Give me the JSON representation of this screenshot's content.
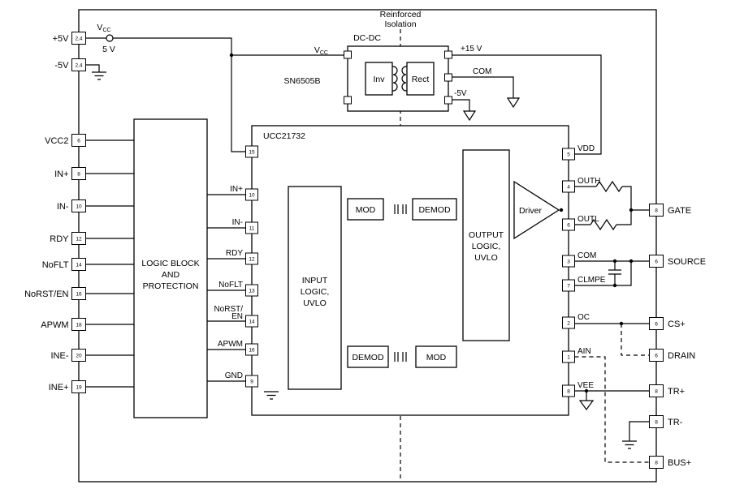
{
  "colors": {
    "line": "#000000",
    "background": "#ffffff"
  },
  "isolation": {
    "line1": "Reinforced",
    "line2": "Isolation"
  },
  "supply": {
    "vcc": "V",
    "vcc_sub": "CC",
    "v5": "5 V"
  },
  "dcdc": {
    "title": "DC-DC",
    "part": "SN6505B",
    "vcc": "V",
    "vcc_sub": "CC",
    "inv": "Inv",
    "rect": "Rect",
    "out1": "+15 V",
    "out2": "COM",
    "out3": "-5V"
  },
  "left_pins": [
    {
      "label": "+5V",
      "num": "2,4"
    },
    {
      "label": "-5V",
      "num": "2,4"
    },
    {
      "label": "VCC2",
      "num": "6"
    },
    {
      "label": "IN+",
      "num": "8"
    },
    {
      "label": "IN-",
      "num": "10"
    },
    {
      "label": "RDY",
      "num": "12"
    },
    {
      "label": "NoFLT",
      "num": "14"
    },
    {
      "label": "NoRST/EN",
      "num": "16"
    },
    {
      "label": "APWM",
      "num": "18"
    },
    {
      "label": "INE-",
      "num": "20"
    },
    {
      "label": "INE+",
      "num": "19"
    }
  ],
  "logic_block": {
    "line1": "LOGIC BLOCK",
    "line2": "AND",
    "line3": "PROTECTION"
  },
  "ucc": {
    "title": "UCC21732",
    "left_pins": [
      {
        "label": "",
        "num": "15"
      },
      {
        "label": "IN+",
        "num": "10"
      },
      {
        "label": "IN-",
        "num": "11"
      },
      {
        "label": "RDY",
        "num": "12"
      },
      {
        "label": "NoFLT",
        "num": "13"
      },
      {
        "label": "NoRST/",
        "label2": "EN",
        "num": "14"
      },
      {
        "label": "APWM",
        "num": "16"
      },
      {
        "label": "GND",
        "num": "9"
      }
    ],
    "input_logic": {
      "line1": "INPUT",
      "line2": "LOGIC,",
      "line3": "UVLO"
    },
    "output_logic": {
      "line1": "OUTPUT",
      "line2": "LOGIC,",
      "line3": "UVLO"
    },
    "channels": {
      "mod_top": "MOD",
      "demod_top": "DEMOD",
      "demod_bottom": "DEMOD",
      "mod_bottom": "MOD"
    },
    "driver": "Driver",
    "right_pins": [
      {
        "label": "VDD",
        "num": "5"
      },
      {
        "label": "OUTH",
        "num": "4"
      },
      {
        "label": "OUTL",
        "num": "6"
      },
      {
        "label": "COM",
        "num": "3"
      },
      {
        "label": "CLMPE",
        "num": "7"
      },
      {
        "label": "OC",
        "num": "2"
      },
      {
        "label": "AIN",
        "num": "1"
      },
      {
        "label": "VEE",
        "num": "8"
      }
    ]
  },
  "right_pins": [
    {
      "label": "GATE",
      "num": "8"
    },
    {
      "label": "SOURCE",
      "num": "6"
    },
    {
      "label": "CS+",
      "num": "6"
    },
    {
      "label": "DRAIN",
      "num": "6"
    },
    {
      "label": "TR+",
      "num": "8"
    },
    {
      "label": "TR-",
      "num": "8"
    },
    {
      "label": "BUS+",
      "num": "8"
    }
  ]
}
